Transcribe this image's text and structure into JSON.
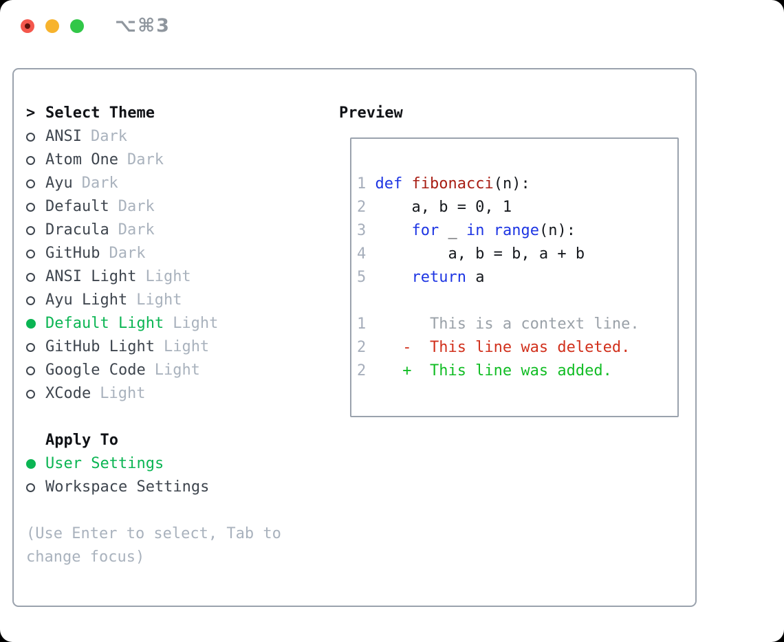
{
  "titlebar": {
    "shortcut": "⌥⌘3",
    "buttons": [
      "close",
      "minimize",
      "zoom"
    ]
  },
  "theme_section": {
    "caret": ">",
    "title": "Select Theme",
    "items": [
      {
        "name": "ANSI",
        "variant": "Dark",
        "selected": false
      },
      {
        "name": "Atom One",
        "variant": "Dark",
        "selected": false
      },
      {
        "name": "Ayu",
        "variant": "Dark",
        "selected": false
      },
      {
        "name": "Default",
        "variant": "Dark",
        "selected": false
      },
      {
        "name": "Dracula",
        "variant": "Dark",
        "selected": false
      },
      {
        "name": "GitHub",
        "variant": "Dark",
        "selected": false
      },
      {
        "name": "ANSI Light",
        "variant": "Light",
        "selected": false
      },
      {
        "name": "Ayu Light",
        "variant": "Light",
        "selected": false
      },
      {
        "name": "Default Light",
        "variant": "Light",
        "selected": true
      },
      {
        "name": "GitHub Light",
        "variant": "Light",
        "selected": false
      },
      {
        "name": "Google Code",
        "variant": "Light",
        "selected": false
      },
      {
        "name": "XCode",
        "variant": "Light",
        "selected": false
      }
    ]
  },
  "apply_section": {
    "title": "Apply To",
    "options": [
      {
        "label": "User Settings",
        "selected": true
      },
      {
        "label": "Workspace Settings",
        "selected": false
      }
    ]
  },
  "hint": "(Use Enter to select, Tab to change focus)",
  "preview": {
    "title": "Preview",
    "lines": [
      {
        "num": "1",
        "parts": [
          {
            "t": "def",
            "c": "kw"
          },
          {
            "t": " ",
            "c": "pl"
          },
          {
            "t": "fibonacci",
            "c": "fn"
          },
          {
            "t": "(n):",
            "c": "pl"
          }
        ]
      },
      {
        "num": "2",
        "parts": [
          {
            "t": "    a, b = 0, 1",
            "c": "pl"
          }
        ]
      },
      {
        "num": "3",
        "parts": [
          {
            "t": "    ",
            "c": "pl"
          },
          {
            "t": "for",
            "c": "kw"
          },
          {
            "t": " _ ",
            "c": "pl"
          },
          {
            "t": "in",
            "c": "kw"
          },
          {
            "t": " ",
            "c": "pl"
          },
          {
            "t": "range",
            "c": "kw"
          },
          {
            "t": "(n):",
            "c": "pl"
          }
        ]
      },
      {
        "num": "4",
        "parts": [
          {
            "t": "        a, b = b, a + b",
            "c": "pl"
          }
        ]
      },
      {
        "num": "5",
        "parts": [
          {
            "t": "    ",
            "c": "pl"
          },
          {
            "t": "return",
            "c": "kw"
          },
          {
            "t": " a",
            "c": "pl"
          }
        ]
      },
      {
        "num": "",
        "parts": []
      },
      {
        "num": "1",
        "parts": [
          {
            "t": "      This is a context line.",
            "c": "ctx"
          }
        ]
      },
      {
        "num": "2",
        "parts": [
          {
            "t": "   -  This line was deleted.",
            "c": "del"
          }
        ]
      },
      {
        "num": "2",
        "parts": [
          {
            "t": "   +  This line was added.",
            "c": "add"
          }
        ]
      }
    ]
  },
  "colors": {
    "accent_green": "#0bb553",
    "keyword_blue": "#1d35e3",
    "function_red": "#a81e14",
    "deleted_red": "#d1301c",
    "added_green": "#12bd25",
    "context_gray": "#9aa1a8",
    "line_number_gray": "#a6aebb",
    "muted_gray": "#a9b2bd",
    "frame_gray": "#9aa2ad"
  }
}
